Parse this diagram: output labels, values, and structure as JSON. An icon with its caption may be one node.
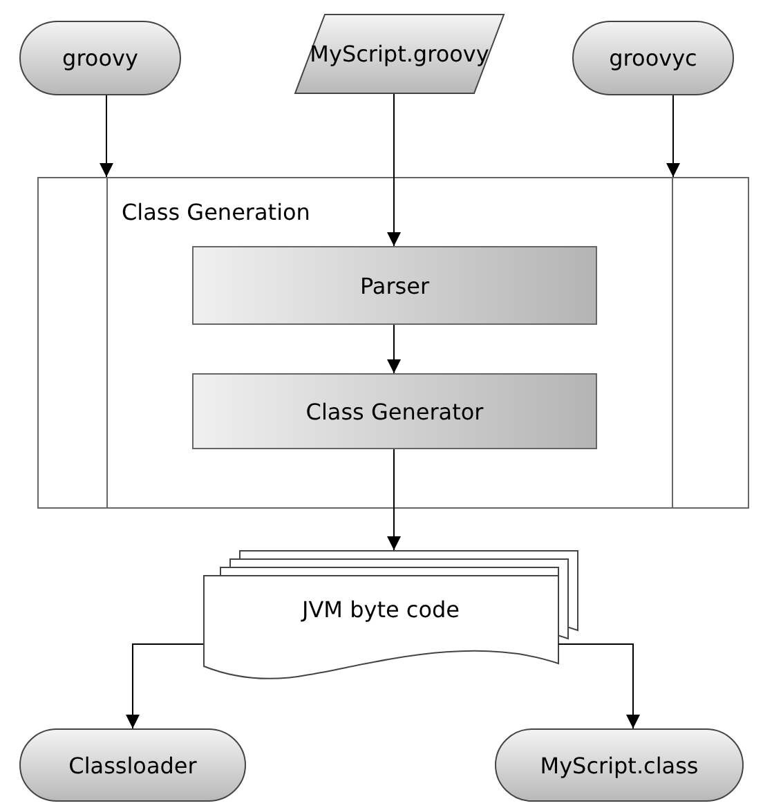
{
  "diagram": {
    "nodes": [
      {
        "text": [
          "groovy"
        ]
      },
      {
        "text": [
          "MyScript.groovy"
        ]
      },
      {
        "text": [
          "groovyc"
        ]
      },
      {
        "text": [
          "Class Generation"
        ]
      },
      {
        "text": [
          "Parser"
        ],
        "in": 3
      },
      {
        "text": [
          "Class Generator"
        ],
        "in": 3
      },
      {
        "text": [
          "JVM byte code"
        ]
      },
      {
        "text": [
          "Classloader"
        ]
      },
      {
        "text": [
          "MyScript.class"
        ]
      }
    ],
    "edges": [
      {
        "from": 0,
        "to": 3,
        "arrow": "to"
      },
      {
        "from": 2,
        "to": 3,
        "arrow": "to"
      },
      {
        "from": 1,
        "to": 4,
        "arrow": "to"
      },
      {
        "from": 4,
        "to": 5,
        "arrow": "to"
      },
      {
        "from": 5,
        "to": 6,
        "arrow": "to"
      },
      {
        "from": 6,
        "to": 7,
        "arrow": "to"
      },
      {
        "from": 6,
        "to": 8,
        "arrow": "to"
      }
    ]
  }
}
